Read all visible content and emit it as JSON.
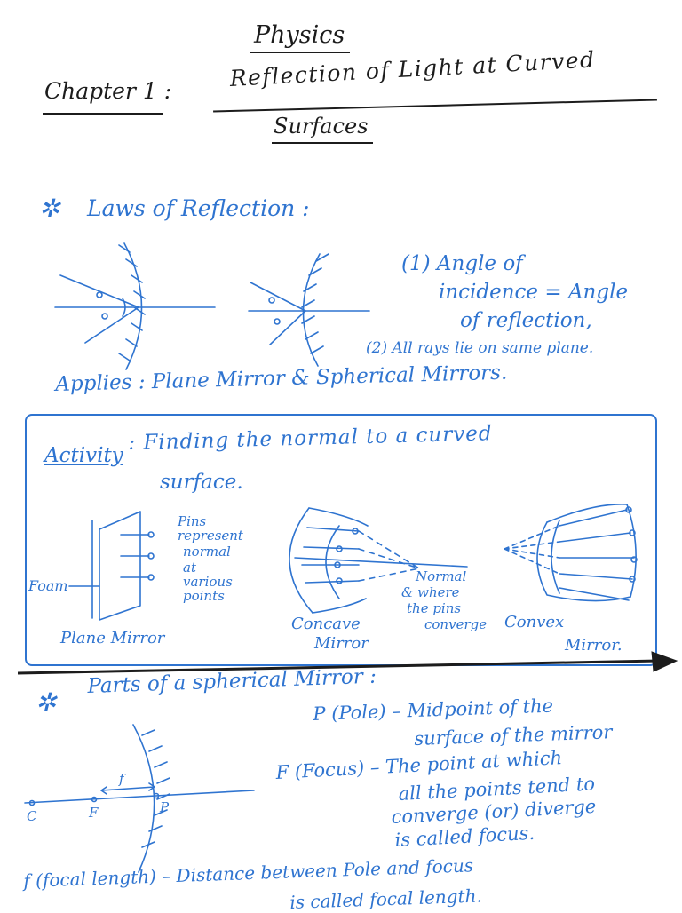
{
  "page": {
    "subject": "Physics",
    "chapter_label": "Chapter 1 :",
    "chapter_title_line1": "Reflection of Light at Curved",
    "chapter_title_line2": "Surfaces"
  },
  "laws": {
    "heading": "Laws of Reflection :",
    "law1_line1": "(1) Angle of",
    "law1_line2": "incidence = Angle",
    "law1_line3": "of reflection,",
    "law2": "(2) All rays lie on same plane.",
    "applies": "Applies : Plane Mirror & Spherical Mirrors."
  },
  "activity": {
    "title_label": "Activity",
    "title_text": ": Finding the normal to a curved",
    "title_line2": "surface.",
    "pins_note": [
      "Pins",
      "represent",
      "normal",
      "at",
      "various",
      "points"
    ],
    "foam_label": "Foam",
    "plane_caption": "Plane Mirror",
    "concave_caption_1": "Concave",
    "concave_caption_2": "Mirror",
    "normal_note": [
      "Normal",
      "& where",
      "the pins",
      "converge"
    ],
    "convex_caption_1": "Convex",
    "convex_caption_2": "Mirror."
  },
  "parts": {
    "heading": "Parts of a spherical Mirror :",
    "pole_line1": "P (Pole) – Midpoint of the",
    "pole_line2": "surface of the mirror",
    "focus_line1": "F (Focus) – The point at which",
    "focus_line2": "all the points tend to",
    "focus_line3": "converge (or) diverge",
    "focus_line4": "is called focus.",
    "focal_line1": "f (focal length) – Distance between Pole and focus",
    "focal_line2": "is called focal length.",
    "diagram_labels": {
      "c": "C",
      "f_point": "F",
      "p": "P",
      "f_len": "f"
    }
  },
  "colors": {
    "ink_black": "#1c1c1c",
    "ink_blue": "#2f74d0"
  }
}
